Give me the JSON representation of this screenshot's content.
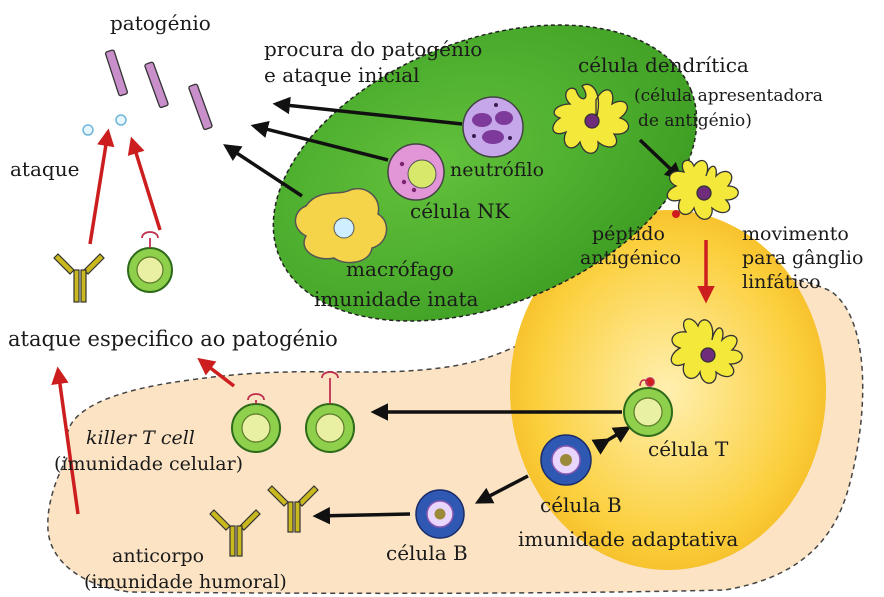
{
  "labels": {
    "pathogen": "patogénio",
    "search_line1": "procura do patogénio",
    "search_line2": "e ataque inicial",
    "dendritic": "célula dendrítica",
    "apc_line1": "(célula apresentadora",
    "apc_line2": "de antigénio)",
    "neutrophil": "neutrófilo",
    "nk_cell": "célula NK",
    "macrophage": "macrófago",
    "innate": "imunidade inata",
    "attack": "ataque",
    "peptide_line1": "péptido",
    "peptide_line2": "antigénico",
    "movement_line1": "movimento",
    "movement_line2": "para gânglio",
    "movement_line3": "linfático",
    "specific_attack": "ataque especifico ao patogénio",
    "killer_t": "killer T cell",
    "cellular": "(imunidade celular)",
    "t_cell": "célula T",
    "b_cell_activated": "célula B",
    "adaptive": "imunidade adaptativa",
    "b_cell": "célula B",
    "antibody": "anticorpo",
    "humoral": "(imunidade humoral)"
  },
  "colors": {
    "innate_fill": "#4fb02e",
    "adaptive_fill": "#fbe3c4",
    "lymph_fill": "#f9c32c",
    "arrow_black": "#111111",
    "arrow_red": "#cc1e1e",
    "pathogen": "#c98fcb",
    "dendritic": "#f4e83a",
    "t_cell": "#8ecf4b",
    "b_cell": "#2f58b3",
    "nk_cell": "#d866c4",
    "neutrophil": "#7d3a9a",
    "antibody": "#c9b81e"
  }
}
